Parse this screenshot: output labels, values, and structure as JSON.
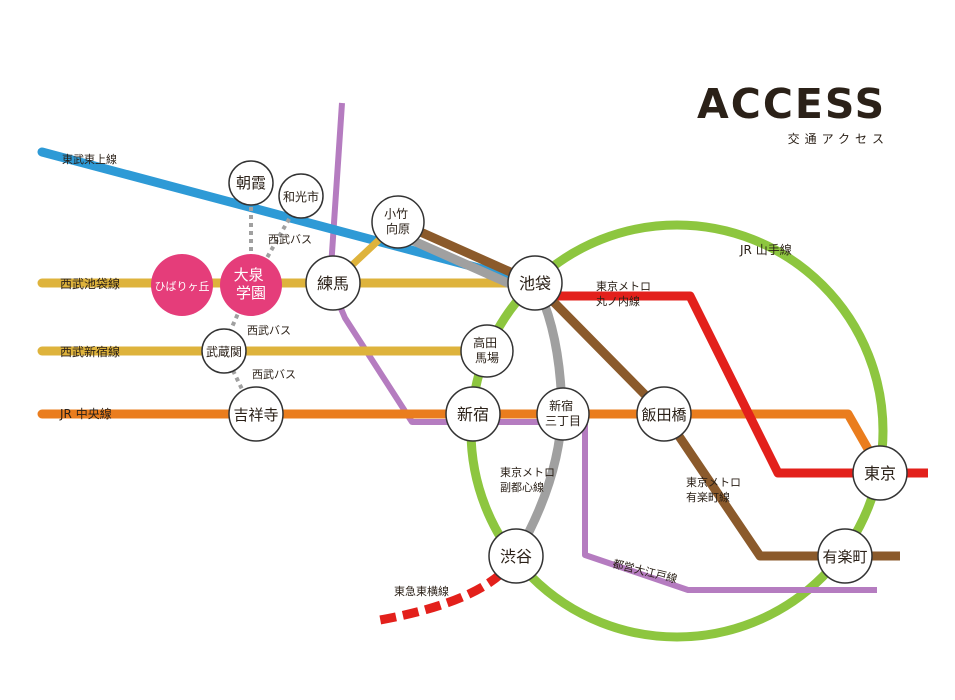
{
  "header": {
    "title": "ACCESS",
    "subtitle": "交通アクセス"
  },
  "lines": {
    "tobu_tojo": "東武東上線",
    "seibu_ikebukuro": "西武池袋線",
    "seibu_shinjuku": "西武新宿線",
    "jr_chuo": "JR 中央線",
    "jr_yamanote": "JR 山手線",
    "marunouchi": [
      "東京メトロ",
      "丸ノ内線"
    ],
    "fukutoshin": [
      "東京メトロ",
      "副都心線"
    ],
    "yurakucho": [
      "東京メトロ",
      "有楽町線"
    ],
    "oedo": "都営大江戸線",
    "toyoko": "東急東横線",
    "seibu_bus_1": "西武バス",
    "seibu_bus_2": "西武バス",
    "seibu_bus_3": "西武バス"
  },
  "stations": {
    "asaka": "朝霞",
    "wakoshi": "和光市",
    "kotake": [
      "小竹",
      "向原"
    ],
    "ikebukuro": "池袋",
    "hibarigaoka": "ひばりヶ丘",
    "oizumi": [
      "大泉",
      "学園"
    ],
    "nerima": "練馬",
    "takadanobaba": [
      "高田",
      "馬場"
    ],
    "musashiseki": "武蔵関",
    "kichijoji": "吉祥寺",
    "shinjuku": "新宿",
    "shinjuku3": [
      "新宿",
      "三丁目"
    ],
    "iidabashi": "飯田橋",
    "tokyo": "東京",
    "yurakucho": "有楽町",
    "shibuya": "渋谷"
  },
  "colors": {
    "tobu": "#2e9ad6",
    "seibu": "#deb33c",
    "chuo": "#ea7d1e",
    "yamanote": "#8dc63f",
    "marunouchi": "#e3201b",
    "fukutoshin": "#a0a0a0",
    "yurakucho_line": "#8b5a2b",
    "oedo": "#b57cc0",
    "highlight": "#e53d7a",
    "text": "#2b2118"
  }
}
